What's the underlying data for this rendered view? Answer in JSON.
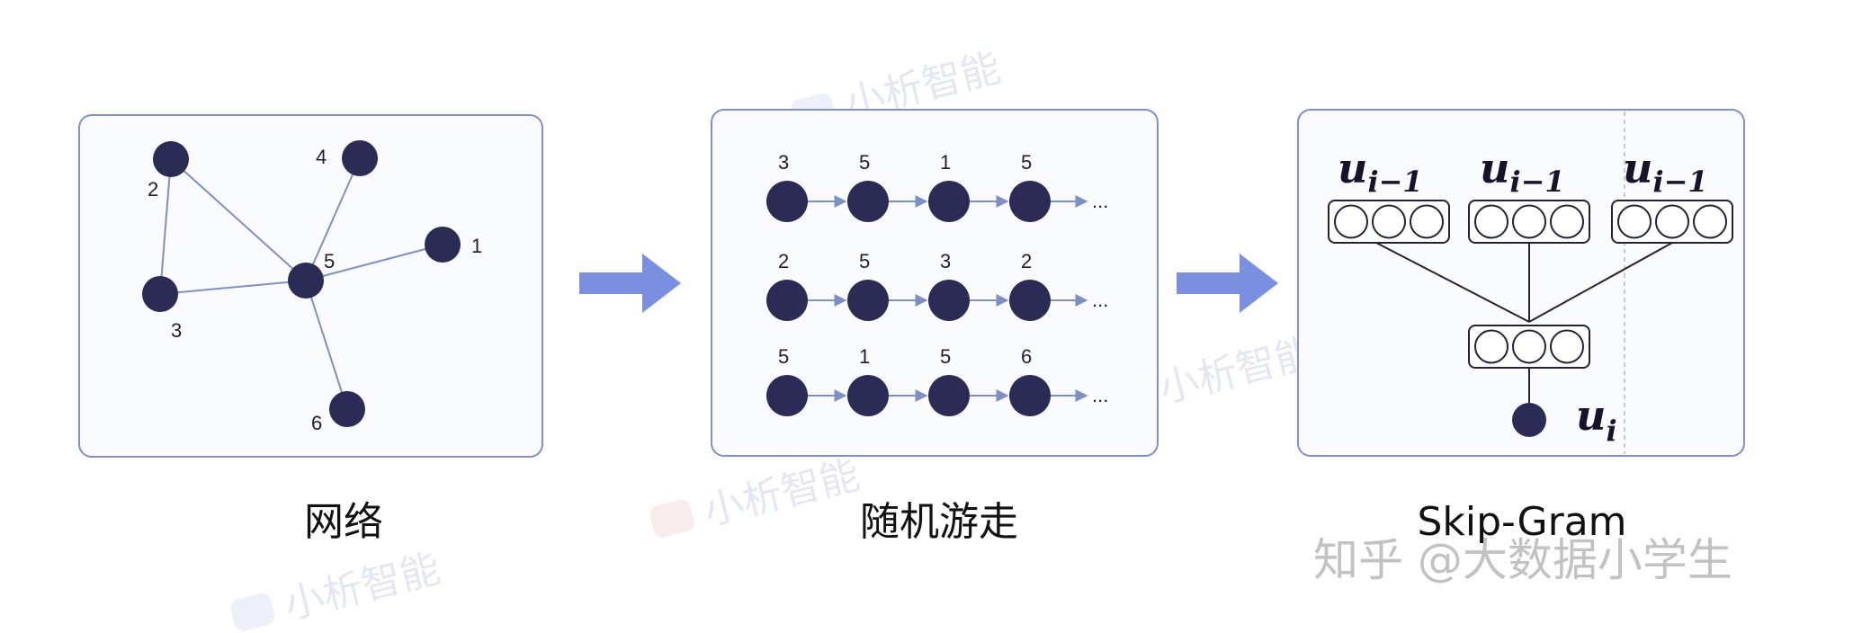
{
  "colors": {
    "panel_border": "#7f8fcf",
    "panel_fill": "#fafbff",
    "node": "#2c2b56",
    "edge": "#7f8fc6",
    "arrow": "#7b8fe0"
  },
  "network": {
    "caption": "网络",
    "nodes": [
      {
        "label": "2"
      },
      {
        "label": "4"
      },
      {
        "label": "5"
      },
      {
        "label": "1"
      },
      {
        "label": "3"
      },
      {
        "label": "6"
      }
    ]
  },
  "random_walk": {
    "caption": "随机游走",
    "ellipsis": "...",
    "walks": [
      [
        "3",
        "5",
        "1",
        "5"
      ],
      [
        "2",
        "5",
        "3",
        "2"
      ],
      [
        "5",
        "1",
        "5",
        "6"
      ]
    ]
  },
  "skipgram": {
    "caption": "Skip-Gram",
    "context_var": "u",
    "context_sub": "i−1",
    "output_var": "u",
    "output_sub": "i"
  },
  "watermark": {
    "brand": "小析智能",
    "signature": "知乎 @大数据小学生"
  }
}
